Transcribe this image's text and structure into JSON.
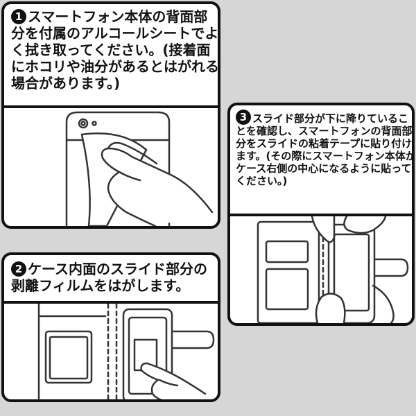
{
  "steps": [
    {
      "number": "1",
      "text": "スマートフォン本体の背面部分を付属のアルコールシートでよく拭き取ってください。(接着面にホコリや油分があるとはがれる場合があります。)"
    },
    {
      "number": "2",
      "text": "ケース内面のスライド部分の剥離フィルムをはがします。"
    },
    {
      "number": "3",
      "text": "スライド部分が下に降りていることを確認し、スマートフォンの背面部分をスライドの粘着テープに貼り付けます。(その際にスマートフォン本体がケース右側の中心になるように貼ってください。)"
    }
  ]
}
